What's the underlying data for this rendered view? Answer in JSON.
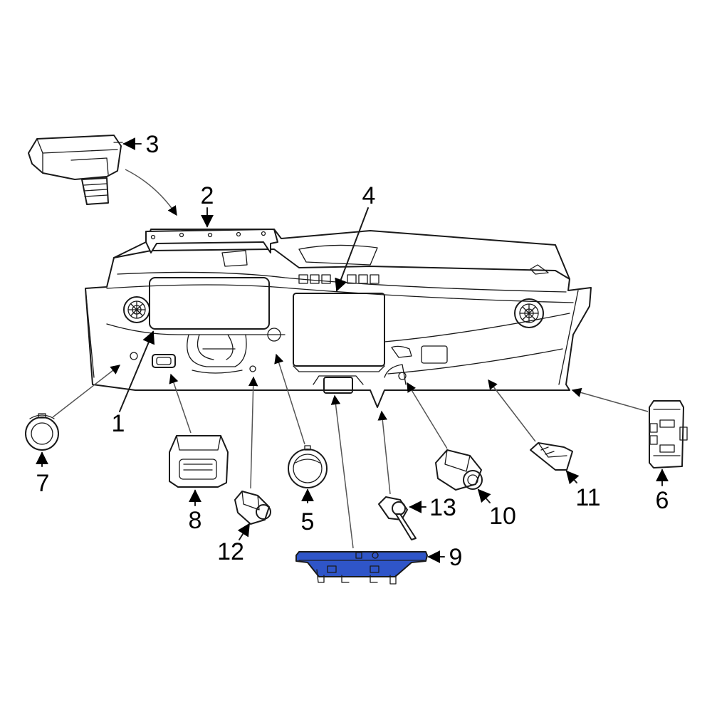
{
  "highlight_color": "#2f55c8",
  "callouts": {
    "c1": "1",
    "c2": "2",
    "c3": "3",
    "c4": "4",
    "c5": "5",
    "c6": "6",
    "c7": "7",
    "c8": "8",
    "c9": "9",
    "c10": "10",
    "c11": "11",
    "c12": "12",
    "c13": "13"
  },
  "highlighted_part": "9"
}
